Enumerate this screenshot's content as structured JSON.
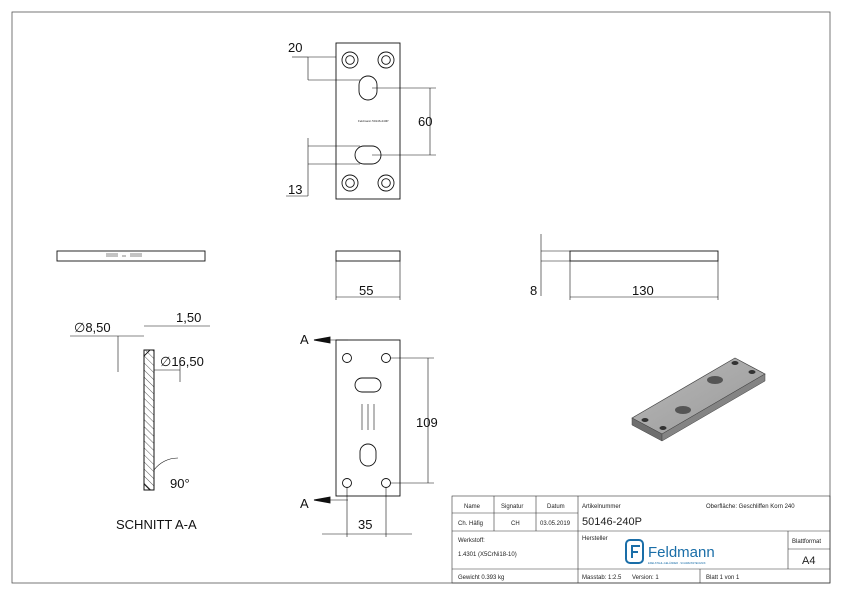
{
  "drawing": {
    "dimensions": {
      "top_20": "20",
      "top_60": "60",
      "top_13": "13",
      "side_55": "55",
      "side_8": "8",
      "side_130": "130",
      "hole_8_50": "∅8,50",
      "thick_1_50": "1,50",
      "hole_16_50": "∅16,50",
      "angle_90": "90°",
      "front_109": "109",
      "front_35": "35"
    },
    "section_marker": "A",
    "section_title": "SCHNITT A-A",
    "part_engraving": "Feldmann 50146-240P"
  },
  "title_block": {
    "name_label": "Name",
    "signatur_label": "Signatur",
    "datum_label": "Datum",
    "artikelnummer_label": "Artikelnummer",
    "oberflaeche": "Oberfläche: Geschliffen Korn 240",
    "drawer_name": "Ch. Häfig",
    "signatur": "CH",
    "datum": "03.05.2019",
    "artikelnummer": "50146-240P",
    "werkstoff_label": "Werkstoff:",
    "werkstoff": "1.4301 (X5CrNi18-10)",
    "hersteller_label": "Hersteller",
    "brand": "Feldmann",
    "brand_tagline": "EDELSTAHL-GELÄNDER · SCHWEISSTECHNIK",
    "blattformat_label": "Blattformat",
    "blattformat": "A4",
    "gewicht": "Gewicht 0.393 kg",
    "massstab": "Masstab: 1:2.5",
    "version": "Version: 1",
    "blatt": "Blatt 1 von 1"
  }
}
